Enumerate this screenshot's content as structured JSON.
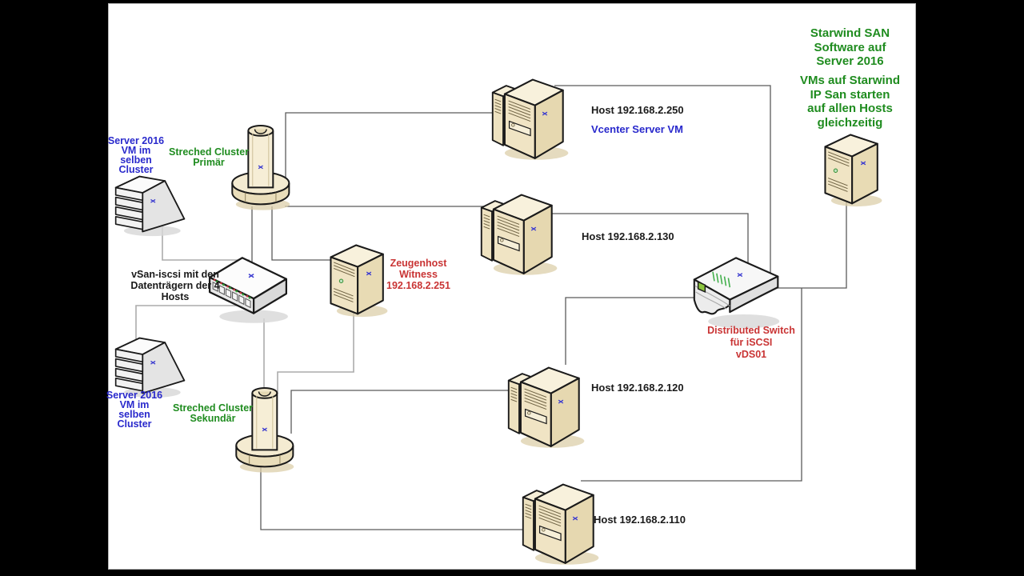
{
  "colors": {
    "note_green": "#1f8c1f",
    "label_blue": "#2929cc",
    "label_red": "#c93434",
    "label_black": "#1a1a1a",
    "connector_dark": "#5a5a5a",
    "connector_light": "#ababab",
    "server_tan": "#f0e4c4",
    "led_green": "#8dc63f"
  },
  "notes": {
    "starwind": "Starwind SAN\nSoftware auf\nServer 2016",
    "vms": "VMs auf Starwind\nIP San starten\nauf allen Hosts\ngleichzeitig"
  },
  "nodes": {
    "host_250": {
      "label": "Host 192.168.2.250",
      "vm": "Vcenter Server VM",
      "icon": "tower-server"
    },
    "host_130": {
      "label": "Host 192.168.2.130",
      "icon": "tower-server"
    },
    "host_120": {
      "label": "Host 192.168.2.120",
      "icon": "tower-server"
    },
    "host_110": {
      "label": "Host 192.168.2.110",
      "icon": "tower-server"
    },
    "witness": {
      "label": "Zeugenhost\nWitness\n192.168.2.251",
      "icon": "tower-server-small"
    },
    "starwind_server": {
      "icon": "tower-server-small"
    },
    "vm_primary": {
      "label": "Server 2016\nVM im\nselben\nCluster",
      "icon": "wedge-server"
    },
    "vm_secondary": {
      "label": "Server 2016\nVM im\nselben\nCluster",
      "icon": "wedge-server"
    },
    "cluster_primary": {
      "label": "Streched Cluster\nPrimär",
      "icon": "cluster-cylinder"
    },
    "cluster_secondary": {
      "label": "Streched Cluster\nSekundär",
      "icon": "cluster-cylinder"
    },
    "vsan_switch": {
      "label": "vSan-iscsi mit den\nDatenträgern der 4\nHosts",
      "icon": "network-switch"
    },
    "dist_switch": {
      "label": "Distributed Switch\nfür iSCSI\nvDS01",
      "icon": "distributed-switch"
    }
  }
}
